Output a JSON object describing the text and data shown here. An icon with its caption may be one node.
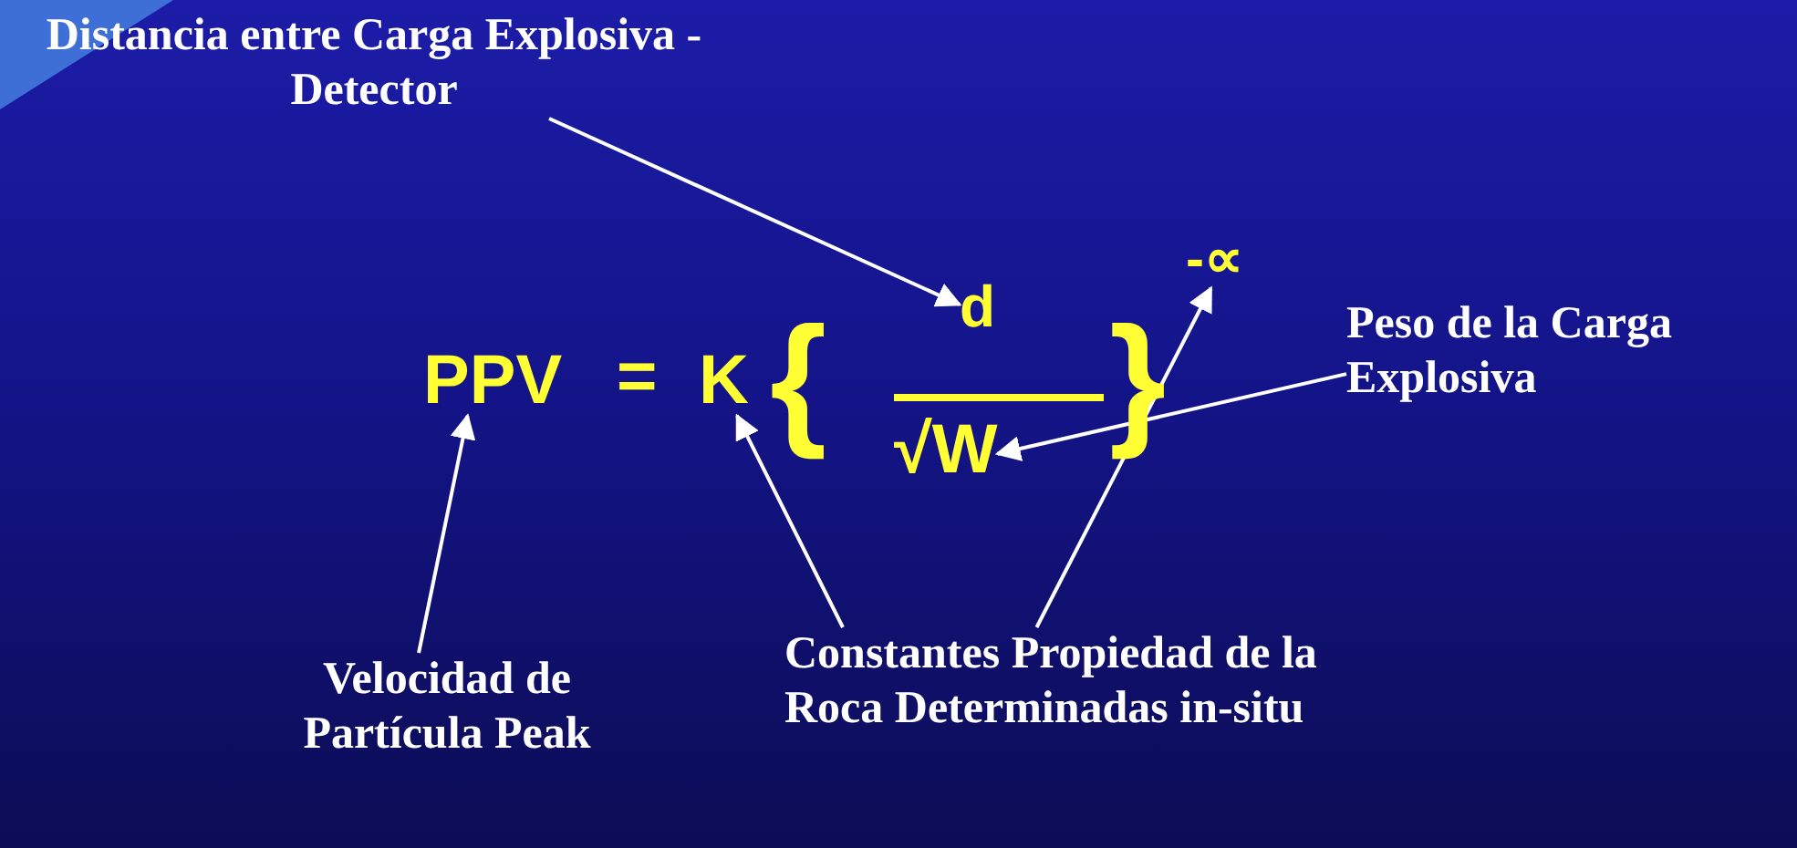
{
  "diagram": {
    "nodes": [
      {
        "text": [
          "Distancia entre Carga Explosiva - Detector"
        ]
      },
      {
        "text": [
          "d"
        ]
      },
      {
        "text": [
          "-∝"
        ]
      },
      {
        "text": [
          "Peso de la Carga Explosiva"
        ]
      },
      {
        "text": [
          "PPV"
        ]
      },
      {
        "text": [
          "K"
        ]
      },
      {
        "text": [
          "√W"
        ]
      },
      {
        "text": [
          "Velocidad de Partícula Peak"
        ]
      },
      {
        "text": [
          "Constantes Propiedad de la Roca Determinadas in-situ"
        ]
      }
    ],
    "edges": [
      {
        "from": 0,
        "to": 1,
        "arrow": "to"
      },
      {
        "from": 3,
        "to": 6,
        "arrow": "to"
      },
      {
        "from": 7,
        "to": 4,
        "arrow": "to"
      },
      {
        "from": 8,
        "to": 5,
        "arrow": "to"
      },
      {
        "from": 8,
        "to": 2,
        "arrow": "to"
      }
    ],
    "labels": [
      "=",
      "{",
      "}"
    ]
  }
}
